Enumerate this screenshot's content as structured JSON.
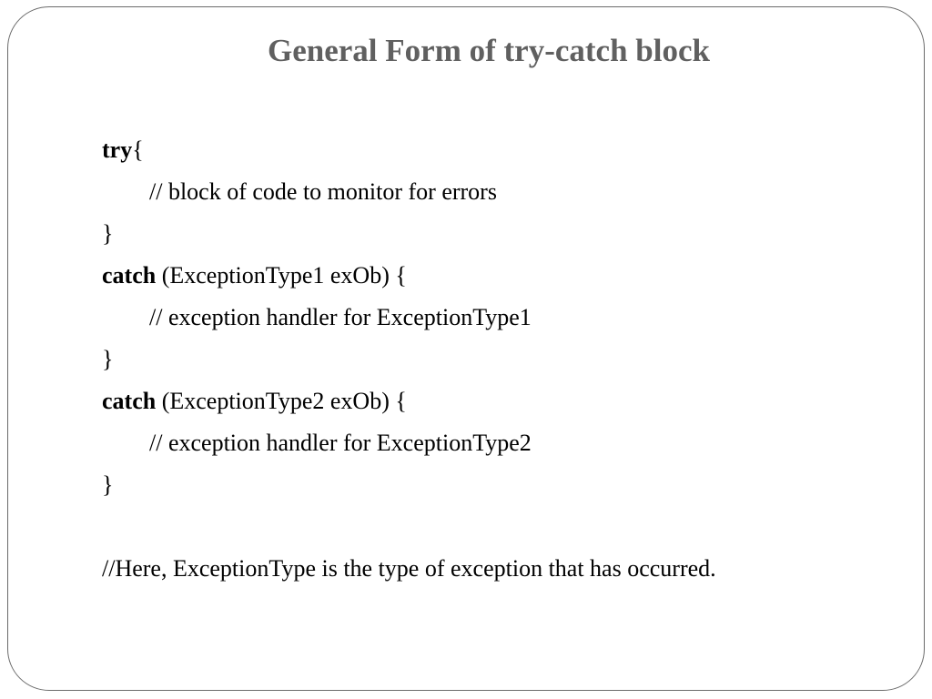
{
  "slide": {
    "title": "General Form of try-catch block",
    "lines": {
      "try_keyword": "try",
      "try_brace": "{",
      "try_comment": "// block of code to monitor for errors",
      "try_close": "}",
      "catch1_keyword": "catch",
      "catch1_rest": " (ExceptionType1 exOb) {",
      "catch1_comment": "// exception handler for ExceptionType1",
      "catch1_close": "}",
      "catch2_keyword": "catch",
      "catch2_rest": " (ExceptionType2 exOb) {",
      "catch2_comment": "// exception handler for ExceptionType2",
      "catch2_close": "}",
      "note": "//Here, ExceptionType is the type of exception that has occurred."
    }
  }
}
